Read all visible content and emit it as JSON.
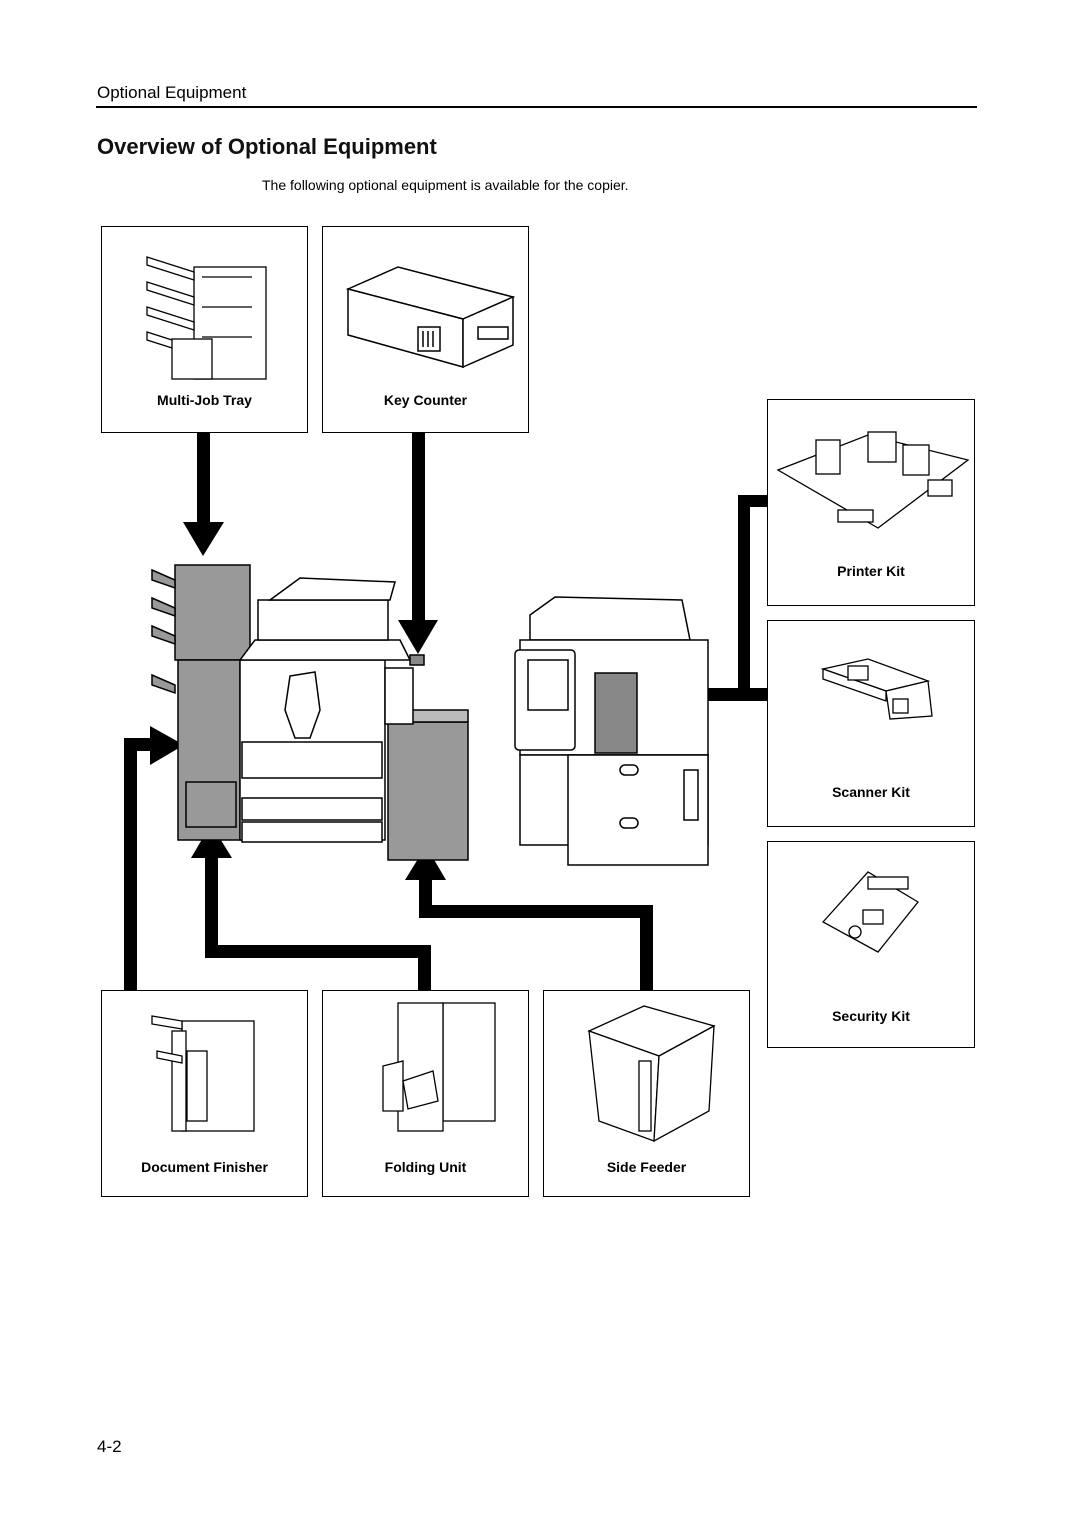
{
  "header": {
    "section": "Optional Equipment"
  },
  "title": "Overview of Optional Equipment",
  "intro": "The following optional equipment is available for the copier.",
  "items": [
    {
      "label": "Multi-Job Tray"
    },
    {
      "label": "Key Counter"
    },
    {
      "label": "Printer Kit"
    },
    {
      "label": "Scanner Kit"
    },
    {
      "label": "Security Kit"
    },
    {
      "label": "Document Finisher"
    },
    {
      "label": "Folding Unit"
    },
    {
      "label": "Side Feeder"
    }
  ],
  "page_number": "4-2"
}
